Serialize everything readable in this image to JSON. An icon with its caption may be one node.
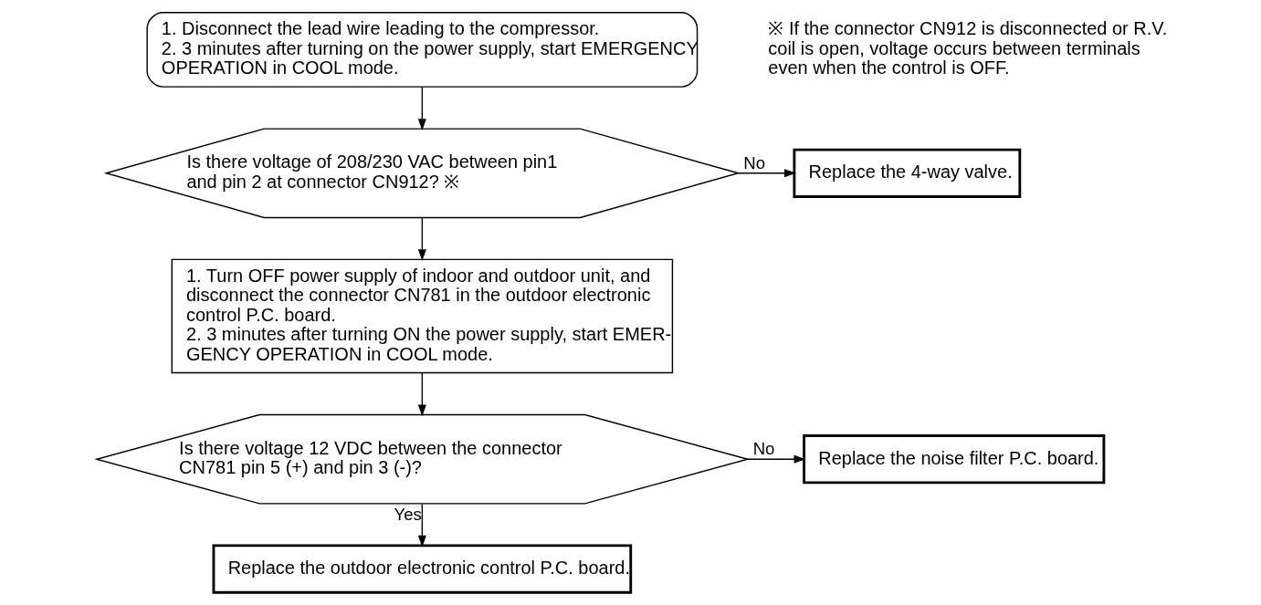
{
  "diagram": {
    "nodes": [
      {
        "text": [
          "1. Disconnect the lead wire leading to the compressor.",
          "2. 3 minutes after turning on the power supply, start EMERGENCY OPERATION in COOL mode."
        ]
      },
      {
        "text": [
          "Is there voltage of 208/230 VAC between pin1 and pin 2 at connector CN912? ※"
        ]
      },
      {
        "text": [
          "Replace the 4-way valve."
        ]
      },
      {
        "text": [
          "1. Turn OFF power supply of indoor and outdoor unit, and disconnect the connector CN781 in the outdoor electronic control P.C. board.",
          "2. 3 minutes after turning ON the power supply, start EMER-GENCY OPERATION in COOL mode."
        ]
      },
      {
        "text": [
          "Is there voltage 12 VDC between the connector CN781 pin 5 (+) and pin 3 (-)?"
        ]
      },
      {
        "text": [
          "Replace the noise filter P.C. board."
        ]
      },
      {
        "text": [
          "Replace the outdoor electronic control P.C. board."
        ]
      }
    ],
    "edges": [
      {
        "from": 0,
        "to": 1,
        "arrow": "to"
      },
      {
        "from": 1,
        "to": 2,
        "arrow": "to",
        "label": "No"
      },
      {
        "from": 1,
        "to": 3,
        "arrow": "to"
      },
      {
        "from": 3,
        "to": 4,
        "arrow": "to"
      },
      {
        "from": 4,
        "to": 5,
        "arrow": "to",
        "label": "No"
      },
      {
        "from": 4,
        "to": 6,
        "arrow": "to",
        "label": "Yes"
      }
    ],
    "labels": [
      "※ If the connector CN912 is disconnected or R.V. coil is open, voltage occurs between terminals even when the control is OFF."
    ]
  }
}
